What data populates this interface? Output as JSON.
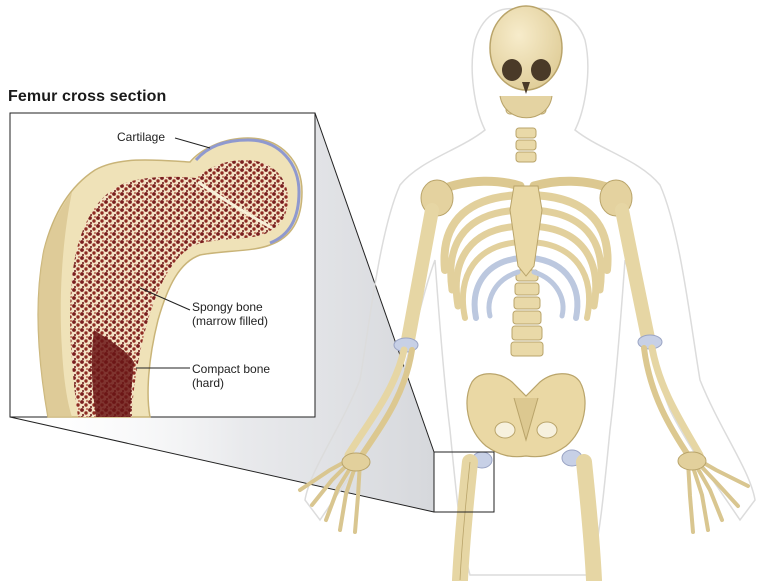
{
  "title": "Femur cross section",
  "labels": {
    "cartilage": "Cartilage",
    "spongy_line1": "Spongy bone",
    "spongy_line2": "(marrow filled)",
    "compact_line1": "Compact bone",
    "compact_line2": "(hard)"
  },
  "colors": {
    "bone": "#efe2b8",
    "bone_shade": "#d9c690",
    "bone_outline": "#b9a46a",
    "marrow": "#7a1e1e",
    "cartilage": "#9aa4d6",
    "rib_cartilage": "#bcc8df",
    "body_outline": "#d8d8d8"
  }
}
